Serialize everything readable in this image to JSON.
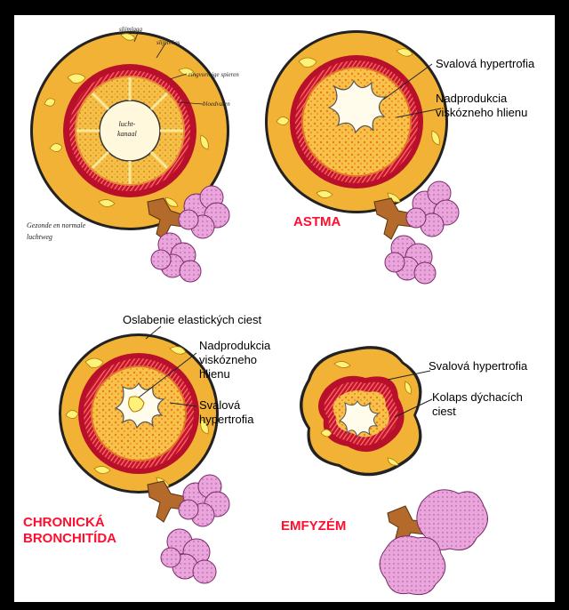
{
  "normal": {
    "label_mucous_layer": "slijmlaaq",
    "label_mucus": "slijmvlies",
    "label_muscle": "ringvormige spieren",
    "label_vessel": "bloedvaten",
    "label_lumen": "lucht-\nkanaal",
    "caption": "Gezonde en normale\nluchtweg"
  },
  "asthma": {
    "title": "ASTMA",
    "label_hypertrophy": "Svalová hypertrofia",
    "label_mucus": "Nadprodukcia\nviskózneho hlienu"
  },
  "bronchitis": {
    "title": "CHRONICKÁ\nBRONCHITÍDA",
    "label_elastic": "Oslabenie elastických ciest",
    "label_mucus": "Nadprodukcia\nviskózneho\nhlienu",
    "label_hypertrophy": "Svalová\nhypertrofia"
  },
  "emphysema": {
    "title": "EMFYZÉM",
    "label_hypertrophy": "Svalová hypertrofia",
    "label_collapse": "Kolaps dýchacích\nciest"
  },
  "colors": {
    "wall": "#f3b33a",
    "muscle": "#b5122a",
    "mucus": "#ffff99",
    "alveoli": "#e8a0d8",
    "title": "#ff0f2f"
  }
}
